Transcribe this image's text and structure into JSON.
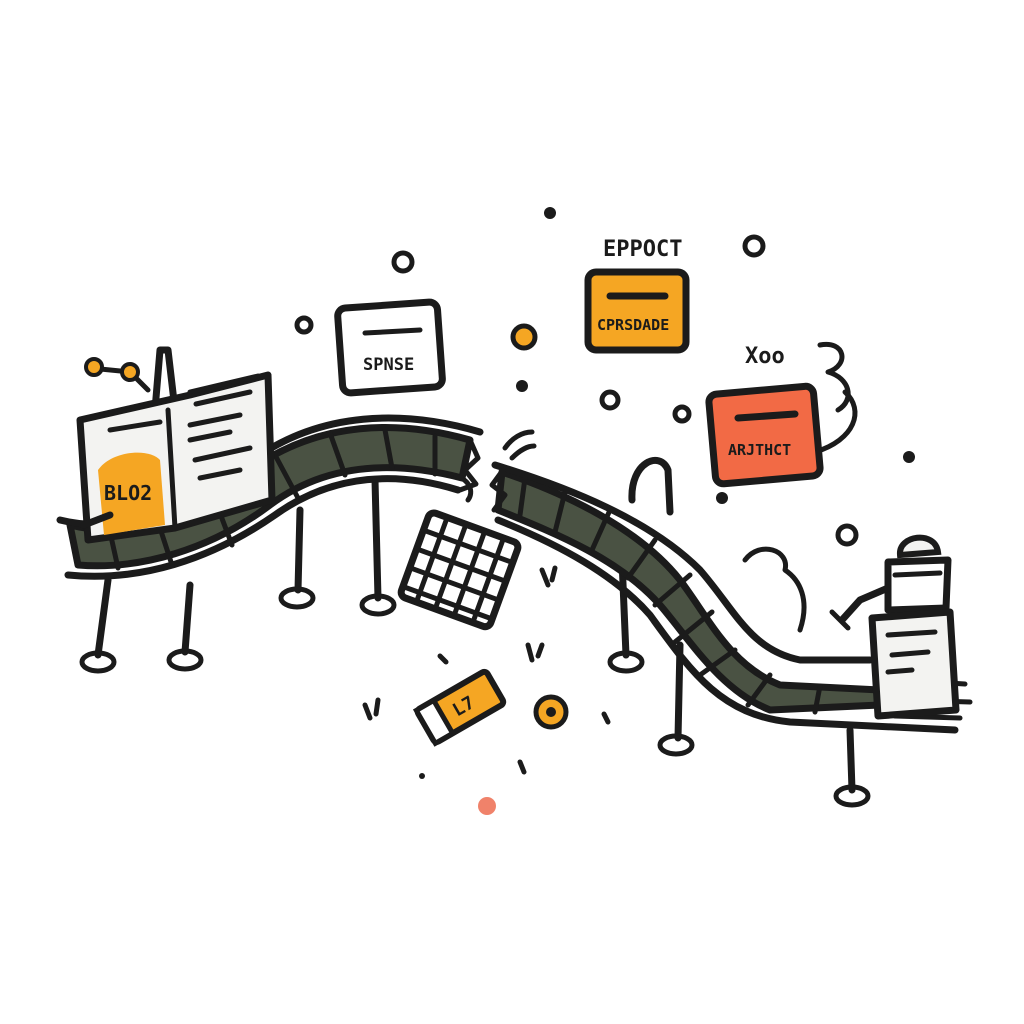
{
  "illustration": {
    "labels": {
      "machine": "BLO2",
      "card_white": "SPNSE",
      "card_orange_title": "EPPOCT",
      "card_orange": "CPRSDADE",
      "card_red": "ARJTHCT",
      "scribble_top": "Xoo",
      "debris_tag": "L7"
    },
    "colors": {
      "ink": "#1b1b1b",
      "belt": "#4a5243",
      "orange": "#f5a623",
      "red_orange": "#f26a45",
      "coral": "#f0826a"
    },
    "icons": {
      "machine": "factory-machine-icon",
      "robot": "robot-worker-icon",
      "broken_belt": "broken-conveyor-icon"
    }
  }
}
